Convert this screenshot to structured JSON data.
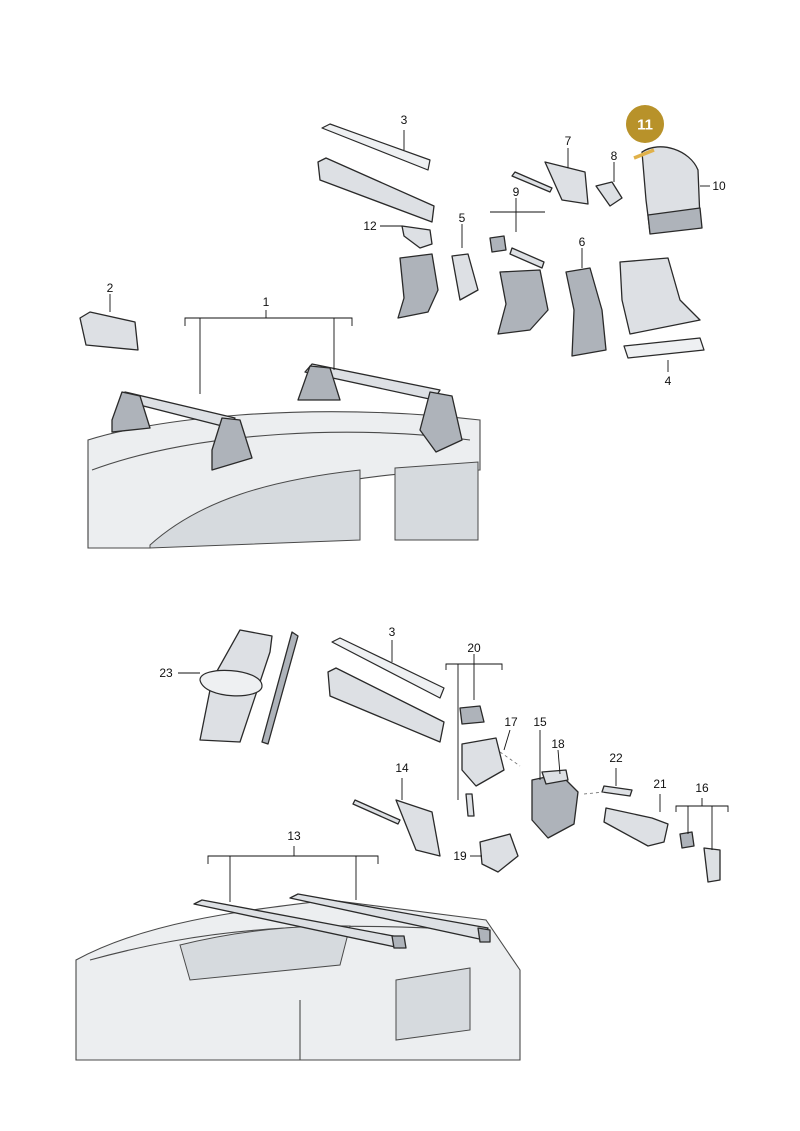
{
  "highlight": {
    "label": "11",
    "color": "#b8922a"
  },
  "callouts_top": [
    "1",
    "2",
    "3",
    "4",
    "5",
    "6",
    "7",
    "8",
    "9",
    "10",
    "12"
  ],
  "callouts_bottom": [
    "3",
    "13",
    "14",
    "15",
    "16",
    "17",
    "18",
    "19",
    "20",
    "21",
    "22",
    "23"
  ]
}
